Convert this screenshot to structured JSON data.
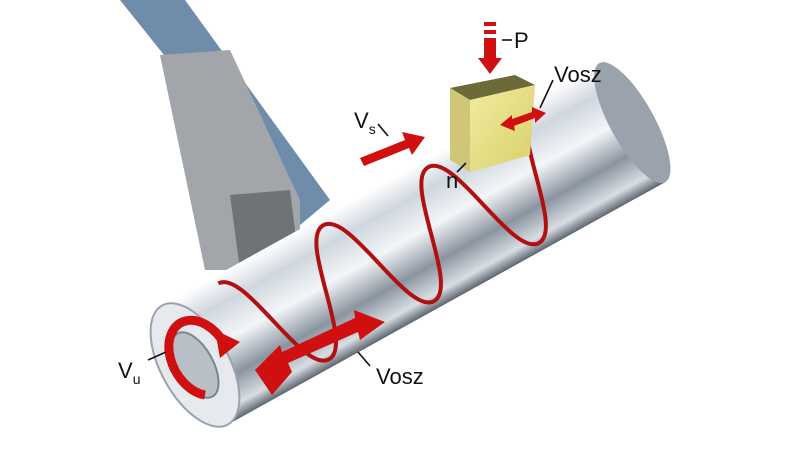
{
  "labels": {
    "pressure": "P",
    "oscillation_top": "Vosz",
    "feed_velocity": "V",
    "feed_velocity_sub": "s",
    "normal": "n",
    "rotation_velocity": "V",
    "rotation_velocity_sub": "u",
    "oscillation_bottom": "Vosz"
  },
  "colors": {
    "arrow": "#d01010",
    "workpiece": "#c8ccd2",
    "tool": "#e8e07a",
    "path": "#b01010",
    "bracket": "#9a9ea4",
    "strip": "#6f8cab"
  }
}
